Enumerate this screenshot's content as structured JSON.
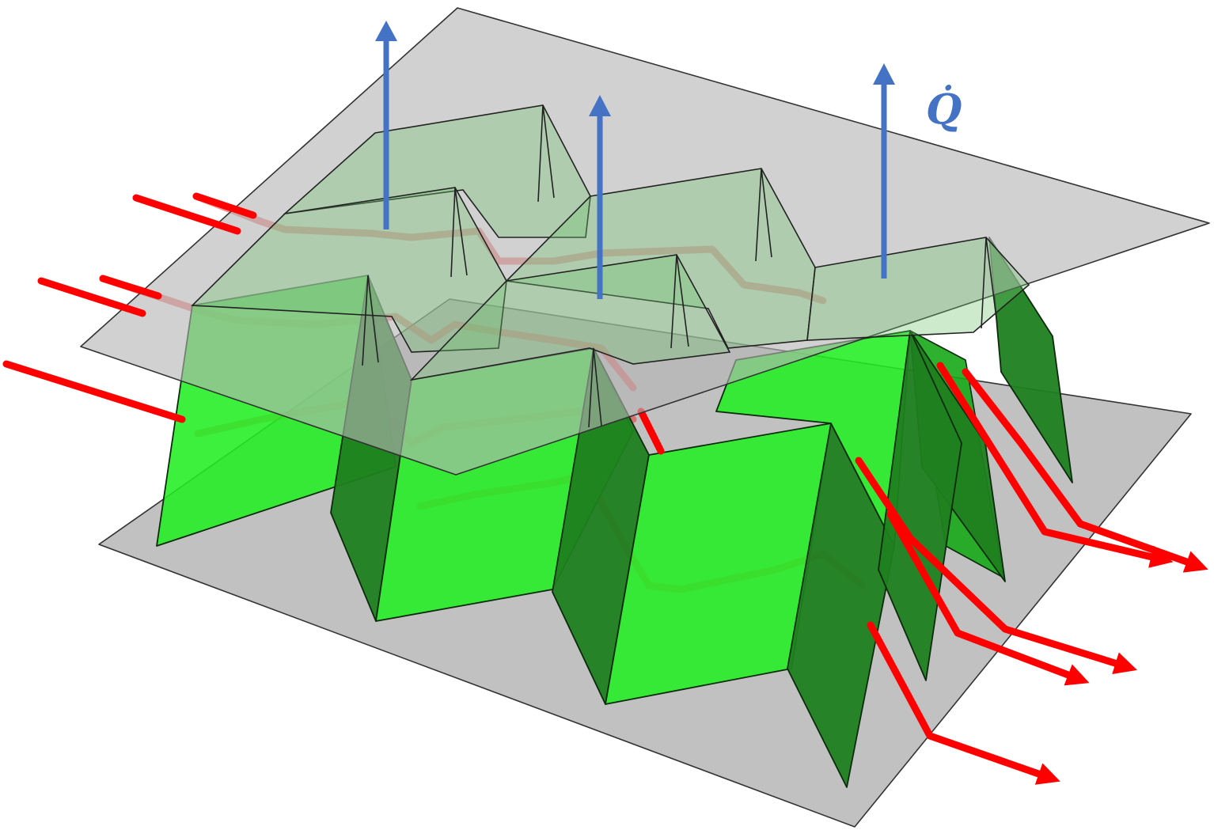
{
  "diagram": {
    "heat_flow_label": "Q̇",
    "colors": {
      "plate": "#a9a9a9",
      "fin_face": "#22ee22",
      "fin_side": "#1f7f1f",
      "fluid_flow": "#ff0000",
      "heat_flow": "#4472c4"
    },
    "icons": [
      "fluid-flow-arrow",
      "heat-flow-arrow"
    ]
  }
}
